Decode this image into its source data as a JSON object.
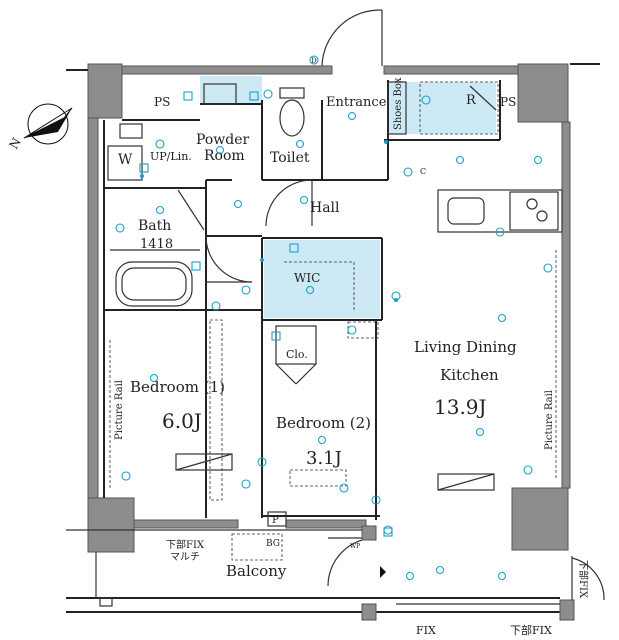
{
  "rooms": {
    "ps_left": "PS",
    "ps_right": "PS",
    "entrance": "Entrance",
    "shoes_box": "Shoes Box",
    "r": "R",
    "powder_room_1": "Powder",
    "powder_room_2": "Room",
    "w": "W",
    "up_lin": "UP/Lin.",
    "toilet": "Toilet",
    "hall": "Hall",
    "bath": "Bath",
    "bath_size": "1418",
    "wic": "WIC",
    "clo": "Clo.",
    "bedroom1": "Bedroom (1)",
    "bedroom1_size": "6.0J",
    "bedroom2": "Bedroom (2)",
    "bedroom2_size": "3.1J",
    "ldk_1": "Living Dining",
    "ldk_2": "Kitchen",
    "ldk_size": "13.9J",
    "picture_rail_left": "Picture Rail",
    "picture_rail_right": "Picture Rail",
    "balcony": "Balcony",
    "p": "P",
    "bg": "BG",
    "lower_fix_1": "下部FIX",
    "lower_fix_2": "マルチ",
    "fix_bottom": "FIX",
    "lower_fix_bottom": "下部FIX",
    "fix_right": "下部FIX",
    "compass": "N",
    "d_mark": "D",
    "c_mark": "C",
    "wp_mark": "WP"
  },
  "colors": {
    "wall": "#8d8d8d",
    "accent": "#1aa0c8",
    "highlight": "#cde9f5"
  }
}
